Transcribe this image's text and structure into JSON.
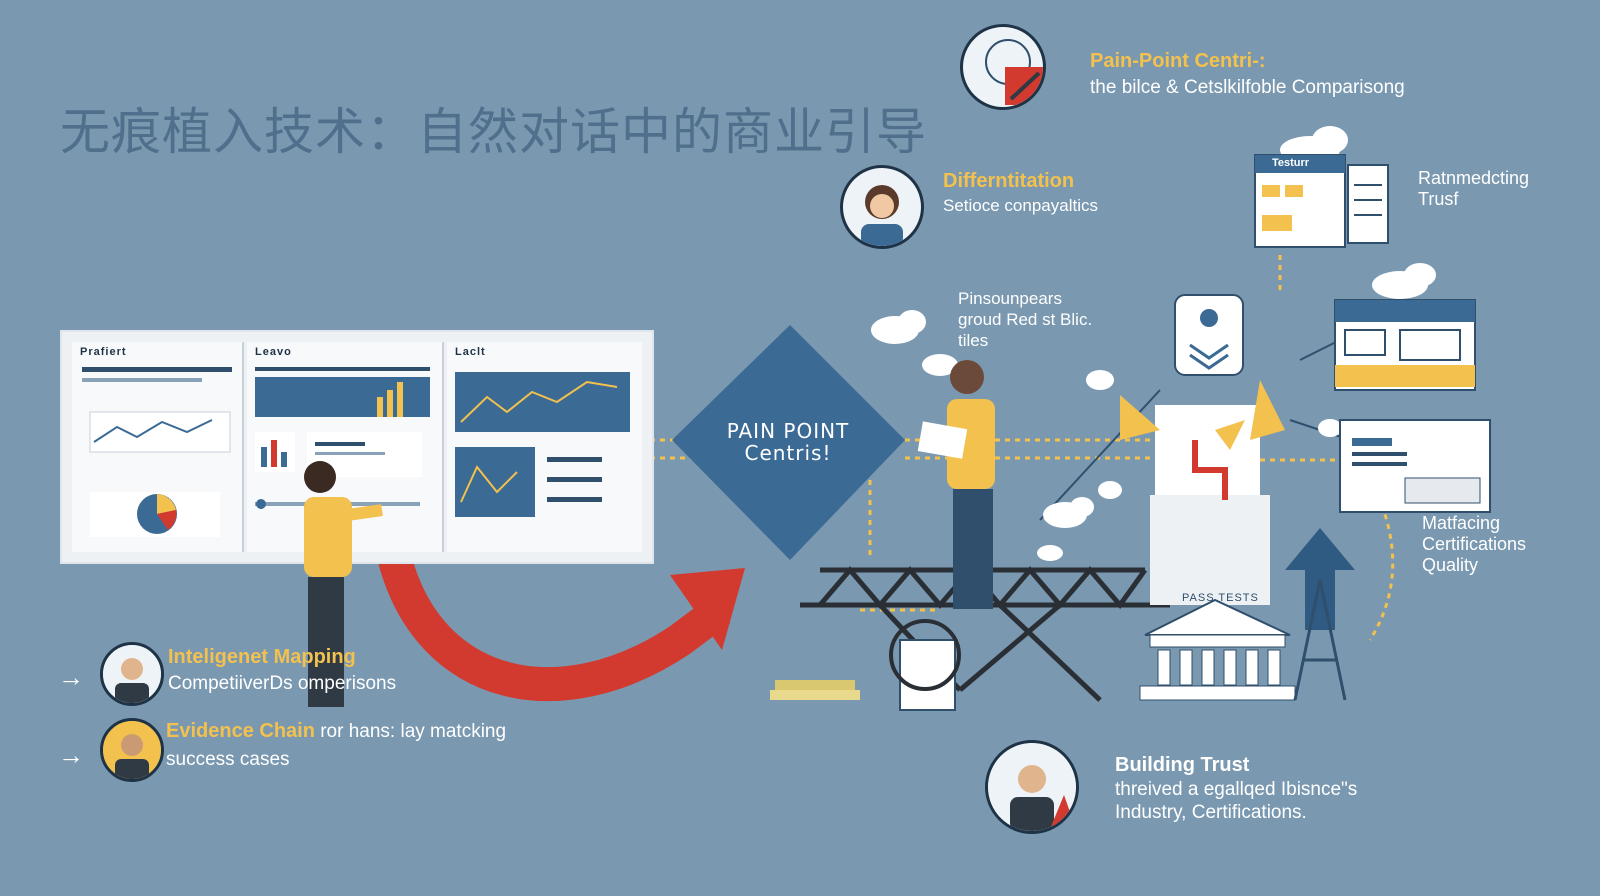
{
  "title": "无痕植入技术：自然对话中的商业引导",
  "diamond": {
    "line1": "PAIN POINT",
    "line2": "Centris!"
  },
  "dashboard": {
    "panels": [
      "Prafiert",
      "Leavo",
      "Laclt"
    ]
  },
  "features_left": [
    {
      "heading": "Inteligenet Mapping",
      "body": "CompetiiverDs  omperisons",
      "icon": "arrow-right-icon"
    },
    {
      "heading": "Evidence Chain",
      "heading_tail": " ror hans: lay matcking",
      "body": "success cases",
      "icon": "arrow-right-icon"
    }
  ],
  "top_right": {
    "heading": "Pain-Point Centri-:",
    "body": "the bilce & Cetslkilfoble Comparisong"
  },
  "differentiation": {
    "heading": "Differntitation",
    "body": "Setioce conpayaltics"
  },
  "speech": {
    "line1": "Pinsounpears",
    "line2": "groud Red st Blic.",
    "line3": "tiles"
  },
  "building_trust": {
    "heading": "Building Trust",
    "line1": "threived a egallqed Ibisnce\"s",
    "line2": "Industry, Certifications."
  },
  "side_notes": {
    "ratmedcting": [
      "Ratnmedcting",
      "Trusf"
    ],
    "certifications": [
      "Matfacing",
      "Certifications",
      "Quality"
    ]
  },
  "document_label": "Testurr",
  "building_sign": "PASS TESTS",
  "colors": {
    "background": "#7a98b0",
    "accent_yellow": "#f2c14e",
    "accent_red": "#d23a2f",
    "navy": "#3b6a94"
  }
}
